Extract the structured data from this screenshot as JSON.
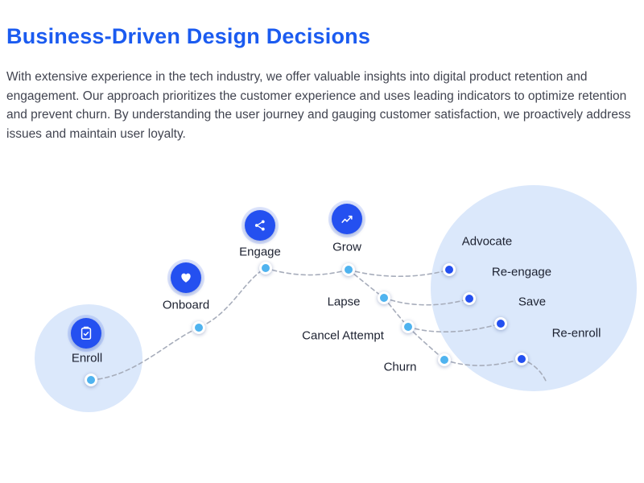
{
  "header": {
    "title": "Business-Driven Design Decisions"
  },
  "intro": "With extensive experience in the tech industry, we offer valuable insights into digital product retention and engagement. Our approach prioritizes the customer experience and uses leading indicators to optimize retention and prevent churn. By understanding the user journey and gauging customer satisfaction, we proactively address issues and maintain user loyalty.",
  "colors": {
    "title": "#1b5bf0",
    "body_text": "#414450",
    "node_blue": "#2450f0",
    "dot_light": "#4fb3ef",
    "halo": "#dbe8fb",
    "dash": "#a7adbb"
  },
  "diagram": {
    "stages": [
      {
        "id": "enroll",
        "label": "Enroll"
      },
      {
        "id": "onboard",
        "label": "Onboard"
      },
      {
        "id": "engage",
        "label": "Engage"
      },
      {
        "id": "grow",
        "label": "Grow"
      },
      {
        "id": "advocate",
        "label": "Advocate"
      },
      {
        "id": "re-engage",
        "label": "Re-engage"
      },
      {
        "id": "lapse",
        "label": "Lapse"
      },
      {
        "id": "save",
        "label": "Save"
      },
      {
        "id": "cancel-attempt",
        "label": "Cancel Attempt"
      },
      {
        "id": "re-enroll",
        "label": "Re-enroll"
      },
      {
        "id": "churn",
        "label": "Churn"
      }
    ]
  }
}
